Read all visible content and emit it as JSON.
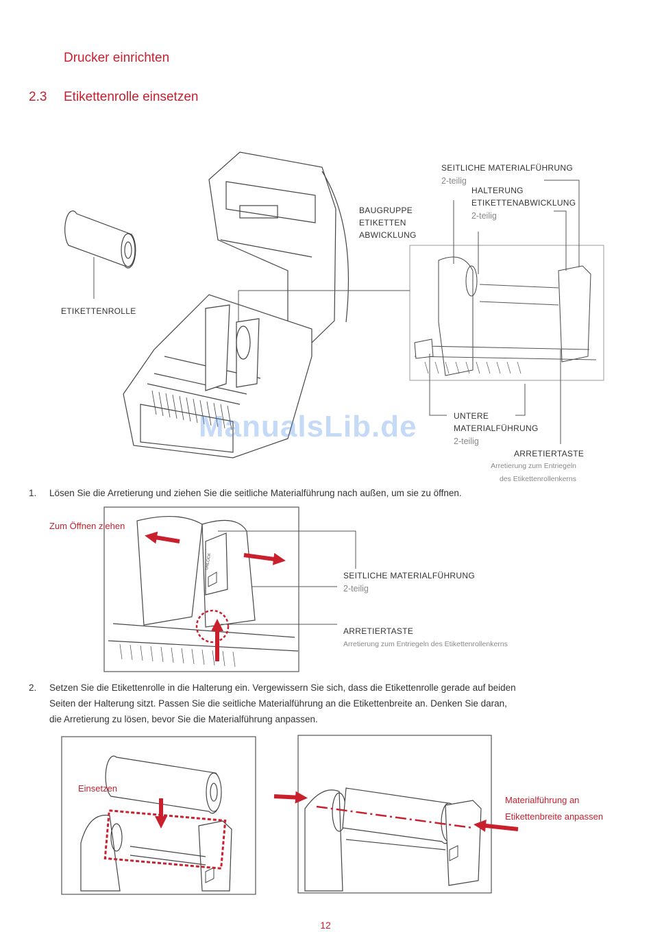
{
  "chapter_title": "Drucker einrichten",
  "section": {
    "number": "2.3",
    "title": "Etikettenrolle einsetzen"
  },
  "figure1": {
    "labels": {
      "etikettenrolle": "ETIKETTENROLLE",
      "baugruppe_line1": "BAUGRUPPE",
      "baugruppe_line2": "ETIKETTEN",
      "baugruppe_line3": "ABWICKLUNG",
      "seitliche": "SEITLICHE MATERIALFÜHRUNG",
      "seitliche_sub": "2-teilig",
      "halterung_line1": "HALTERUNG",
      "halterung_line2": "ETIKETTENABWICKLUNG",
      "halterung_sub": "2-teilig",
      "untere_line1": "UNTERE",
      "untere_line2": "MATERIALFÜHRUNG",
      "untere_sub": "2-teilig",
      "arretiertaste": "ARRETIERTASTE",
      "arretier_sub1": "Arretierung zum Entriegeln",
      "arretier_sub2": "des Etikettenrollenkerns"
    }
  },
  "steps": [
    {
      "number": "1.",
      "lines": [
        "Lösen Sie die Arretierung und ziehen Sie die seitliche Materialführung nach außen, um sie zu öffnen."
      ]
    },
    {
      "number": "2.",
      "lines": [
        "Setzen Sie die Etikettenrolle in die Halterung ein. Vergewissern Sie sich, dass die Etikettenrolle gerade auf beiden",
        "Seiten der Halterung sitzt. Passen Sie die seitliche Materialführung an die Etikettenbreite an. Denken Sie daran,",
        "die Arretierung zu lösen, bevor Sie die Materialführung anpassen."
      ]
    }
  ],
  "figure2": {
    "callout": "Zum Öffnen ziehen",
    "seitliche": "SEITLICHE MATERIALFÜHRUNG",
    "seitliche_sub": "2-teilig",
    "arretiertaste": "ARRETIERTASTE",
    "arretier_sub": "Arretierung zum Entriegeln des Etikettenrollenkerns",
    "lock_text": "UNLOCK"
  },
  "figure3": {
    "callout": "Einsetzen"
  },
  "figure4": {
    "callout_line1": "Materialführung an",
    "callout_line2": "Etikettenbreite anpassen"
  },
  "watermark": "ManualsLib.de",
  "page_number": "12",
  "colors": {
    "accent": "#c8202d",
    "line": "#555555",
    "watermark": "#468ce6"
  }
}
